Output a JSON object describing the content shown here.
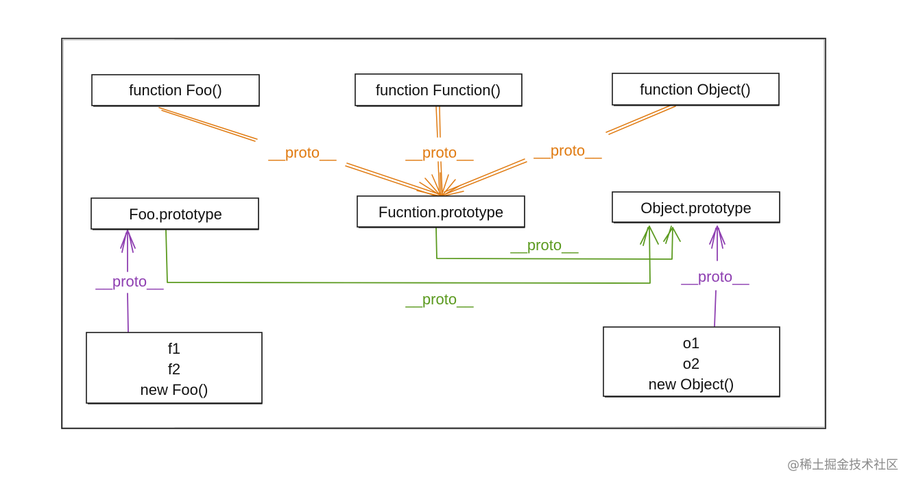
{
  "boxes": {
    "function_foo": {
      "lines": [
        "function Foo()"
      ]
    },
    "function_function": {
      "lines": [
        "function Function()"
      ]
    },
    "function_object": {
      "lines": [
        "function Object()"
      ]
    },
    "foo_prototype": {
      "lines": [
        "Foo.prototype"
      ]
    },
    "function_prototype": {
      "lines": [
        "Fucntion.prototype"
      ]
    },
    "object_prototype": {
      "lines": [
        "Object.prototype"
      ]
    },
    "foo_instances": {
      "lines": [
        "f1",
        "f2",
        "new Foo()"
      ]
    },
    "object_instances": {
      "lines": [
        "o1",
        "o2",
        "new Object()"
      ]
    }
  },
  "labels": {
    "foo_to_function_proto": "__proto__",
    "function_to_function_proto": "__proto__",
    "object_to_function_proto": "__proto__",
    "function_proto_to_object_proto": "__proto__",
    "foo_proto_to_object_proto": "__proto__",
    "foo_instances_to_foo_proto": "__proto__",
    "object_instances_to_object_proto": "__proto__"
  },
  "colors": {
    "orange": "#e07b12",
    "green": "#5b9a1f",
    "purple": "#8e3fb1",
    "border": "#1a1a1a"
  },
  "watermark": "@稀土掘金技术社区"
}
